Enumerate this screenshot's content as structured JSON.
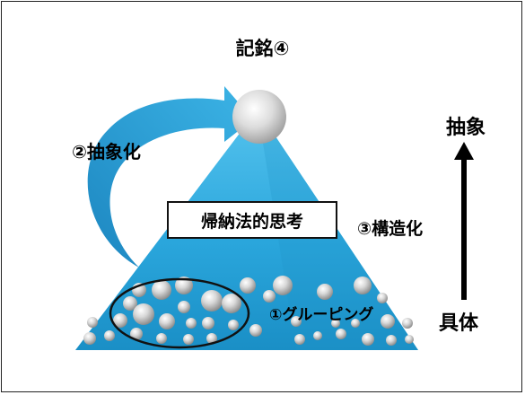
{
  "title": "記銘④",
  "labels": {
    "abstraction": "②抽象化",
    "inductive_thinking": "帰納法的思考",
    "structuring": "③構造化",
    "grouping": "①グルーピング"
  },
  "axis": {
    "top": "抽象",
    "bottom": "具体"
  },
  "colors": {
    "pyramid": "#29a8df",
    "arrow": "#2b9fd8",
    "sphere": "#cfcfcf",
    "ellipse": "#111111"
  }
}
